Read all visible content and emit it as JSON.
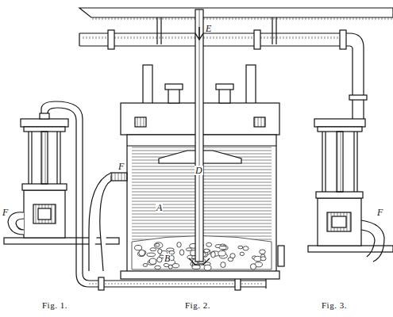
{
  "diagram": {
    "labels": [
      "F",
      "F",
      "E",
      "D",
      "A",
      "B",
      "F",
      "Fig. 1.",
      "Fig. 2.",
      "Fig. 3."
    ]
  }
}
